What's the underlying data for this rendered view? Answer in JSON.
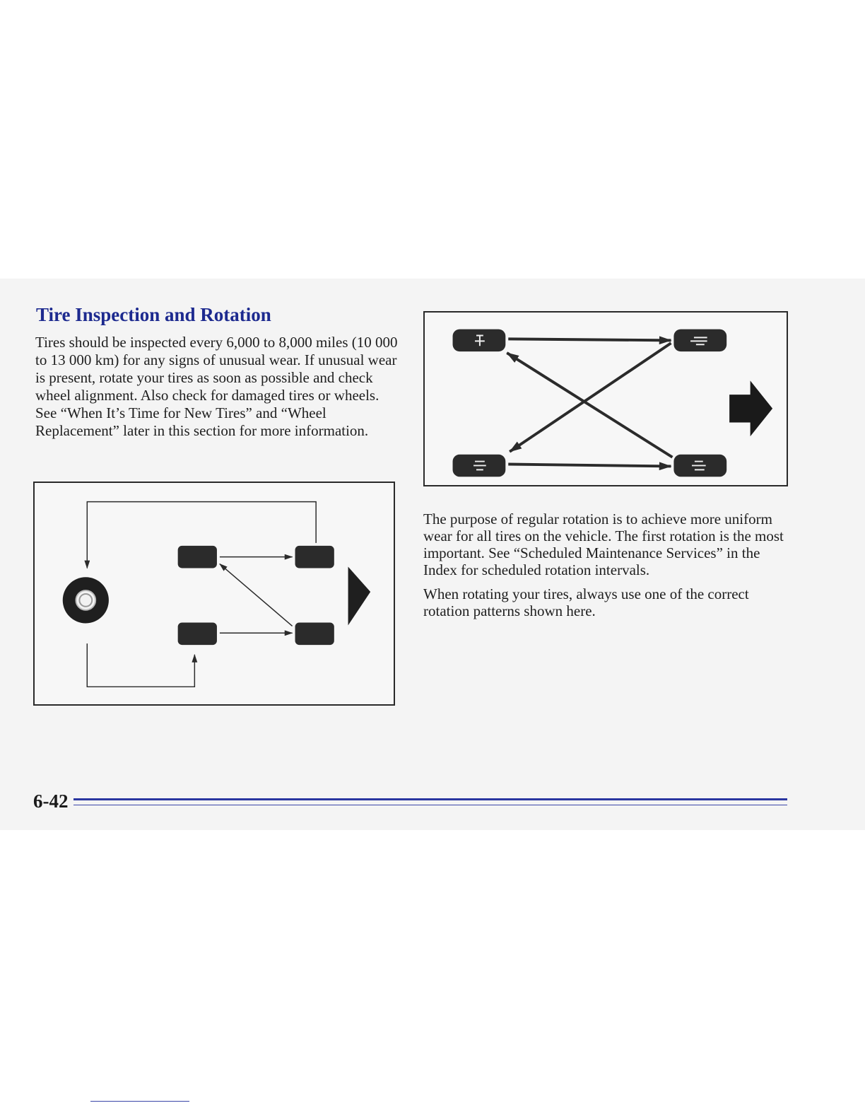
{
  "section": {
    "title": "Tire Inspection and Rotation",
    "intro": "Tires should be inspected every 6,000 to 8,000 miles (10 000 to 13 000 km) for any signs of unusual wear. If unusual wear is present, rotate your tires as soon as possible and check wheel alignment. Also check for damaged tires or wheels. See “When It’s Time for New Tires” and “Wheel Replacement” later in this section for more information."
  },
  "right_column": {
    "paragraph_1": "The purpose of regular rotation is to achieve more uniform wear for all tires on the vehicle. The first rotation is the most important. See “Scheduled Maintenance Services” in the Index for scheduled rotation intervals.",
    "paragraph_2": "When rotating your tires, always use one of the correct rotation patterns shown here."
  },
  "figures": {
    "five_tire_pattern": {
      "icon": "five-tire-rotation-diagram"
    },
    "four_tire_pattern": {
      "icon": "four-tire-cross-rotation-diagram"
    }
  },
  "footer": {
    "page_number": "6-42"
  },
  "colors": {
    "heading": "#1d2a8f",
    "rule": "#2a36a0",
    "tire": "#2b2b2b",
    "band": "#f4f4f4"
  }
}
